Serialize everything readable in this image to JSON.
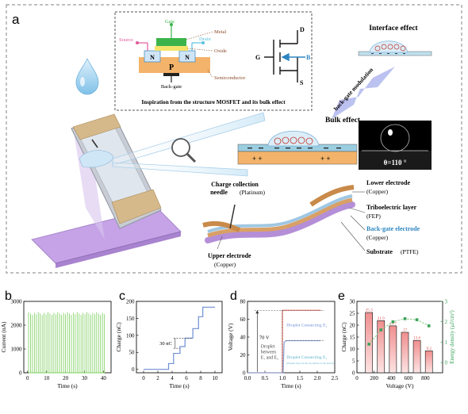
{
  "panel_a": {
    "letter": "a",
    "mosfet": {
      "caption": "Inspiration from the structure MOSFET and its bulk effect",
      "gate": "Gate",
      "source": "Source",
      "drain": "Drain",
      "metal": "Metal",
      "oxide": "Oxide",
      "semiconductor": "Semiconductor",
      "back_gate": "Back-gate",
      "n_left": "N",
      "n_right": "N",
      "p": "P",
      "sym_g": "G",
      "sym_d": "D",
      "sym_s": "S",
      "sym_b": "B"
    },
    "interface_title": "Interface effect",
    "bulk_title": "Bulk effect",
    "modulation": "back-gate modulation",
    "contact_angle": "θ=110 °",
    "labels": {
      "charge_collection": "Charge collection",
      "needle": "needle",
      "platinum": "(Platinum)",
      "lower_electrode": "Lower electrode",
      "copper_1": "(Copper)",
      "triboelectric": "Triboelectric layer",
      "fep": "(FEP)",
      "back_gate_electrode": "Back-gate electrode",
      "copper_2": "(Copper)",
      "substrate": "Substrate",
      "ptfe": "(PTFE)",
      "upper_electrode": "Upper electrode",
      "copper_3": "(Copper)"
    },
    "colors": {
      "gate_green": "#3cb44b",
      "source_pink": "#e05a9a",
      "drain_cyan": "#5bc0de",
      "back_gate_blue": "#2e86c1",
      "copper": "#d9a066",
      "substrate_purple": "#b48fd8"
    }
  },
  "chart_data": [
    {
      "panel": "b",
      "type": "line",
      "xlabel": "Time (s)",
      "ylabel": "Current (nA)",
      "xlim": [
        -2,
        44
      ],
      "ylim": [
        0,
        3000
      ],
      "xticks": [
        0,
        10,
        20,
        30,
        40
      ],
      "yticks": [
        0,
        1000,
        2000,
        3000
      ],
      "pulse_count": 40,
      "pulse_start": 0.5,
      "pulse_end": 40.5,
      "pulse_peak": 2550,
      "color": "#7ccf5e"
    },
    {
      "panel": "c",
      "type": "line",
      "xlabel": "Time (s)",
      "ylabel": "Charge (nC)",
      "xlim": [
        -1,
        11
      ],
      "ylim": [
        -10,
        200
      ],
      "xticks": [
        0,
        2,
        4,
        6,
        8,
        10
      ],
      "yticks": [
        0,
        50,
        100,
        150,
        200
      ],
      "step_annotation": "30 nC",
      "x": [
        0,
        3.5,
        3.5,
        4.2,
        4.2,
        5.1,
        5.1,
        5.8,
        5.8,
        6.9,
        6.9,
        7.7,
        7.7,
        8.3,
        8.3,
        10
      ],
      "y": [
        0,
        0,
        17,
        17,
        47,
        47,
        67,
        67,
        92,
        92,
        120,
        120,
        155,
        155,
        183,
        183
      ],
      "color": "#6f8fd6"
    },
    {
      "panel": "d",
      "type": "line",
      "xlabel": "Time (s)",
      "ylabel": "Voltage (V)",
      "xlim": [
        0,
        2.5
      ],
      "ylim": [
        0,
        80
      ],
      "xticks": [
        0.0,
        0.5,
        1.0,
        1.5,
        2.0,
        2.5
      ],
      "yticks": [
        0,
        20,
        40,
        60,
        80
      ],
      "annotation_70v": "70 V",
      "annotation_droplet": [
        "Droplet",
        "between",
        "E₁ and E₂"
      ],
      "annotation_e2": "Droplet Connecting E₂",
      "annotation_e1": "Droplet Connecting E₁",
      "annotation_e1_sub": "(Droplet stays on the top surface of the device)",
      "series": [
        {
          "name": "Droplet Connecting E₂",
          "color": "#e8776b",
          "x": [
            0.0,
            1.0,
            1.0,
            2.1
          ],
          "y": [
            0,
            0,
            70,
            70
          ]
        },
        {
          "name": "Droplet Connecting E₁",
          "color": "#8fa8d8",
          "x": [
            0.0,
            1.02,
            1.05,
            1.1,
            2.1
          ],
          "y": [
            0,
            0,
            34,
            36,
            36
          ]
        }
      ]
    },
    {
      "panel": "e",
      "type": "bar",
      "xlabel": "Voltage (V)",
      "ylabel": "Charge (nC)",
      "ylabel_right": "Energy density (μJ/cm²)",
      "xlim": [
        0,
        1000
      ],
      "ylim": [
        0,
        30
      ],
      "ylim_right": [
        -0.5,
        3
      ],
      "xticks": [
        0,
        200,
        400,
        600,
        800
      ],
      "yticks": [
        0,
        5,
        10,
        15,
        20,
        25,
        30
      ],
      "yticks_right": [
        0,
        1,
        2,
        3
      ],
      "categories": [
        140,
        280,
        420,
        560,
        700,
        840
      ],
      "values": [
        25.3,
        21.9,
        19.7,
        17,
        13.6,
        9.2
      ],
      "value_labels": [
        "25.3",
        "21.9",
        "19.7",
        "17",
        "13.6",
        "9.2"
      ],
      "energy_density": [
        0.9,
        1.6,
        2.0,
        2.15,
        2.1,
        1.8
      ],
      "bar_color": "#f2a0a0",
      "line_color": "#7fc97f"
    }
  ]
}
